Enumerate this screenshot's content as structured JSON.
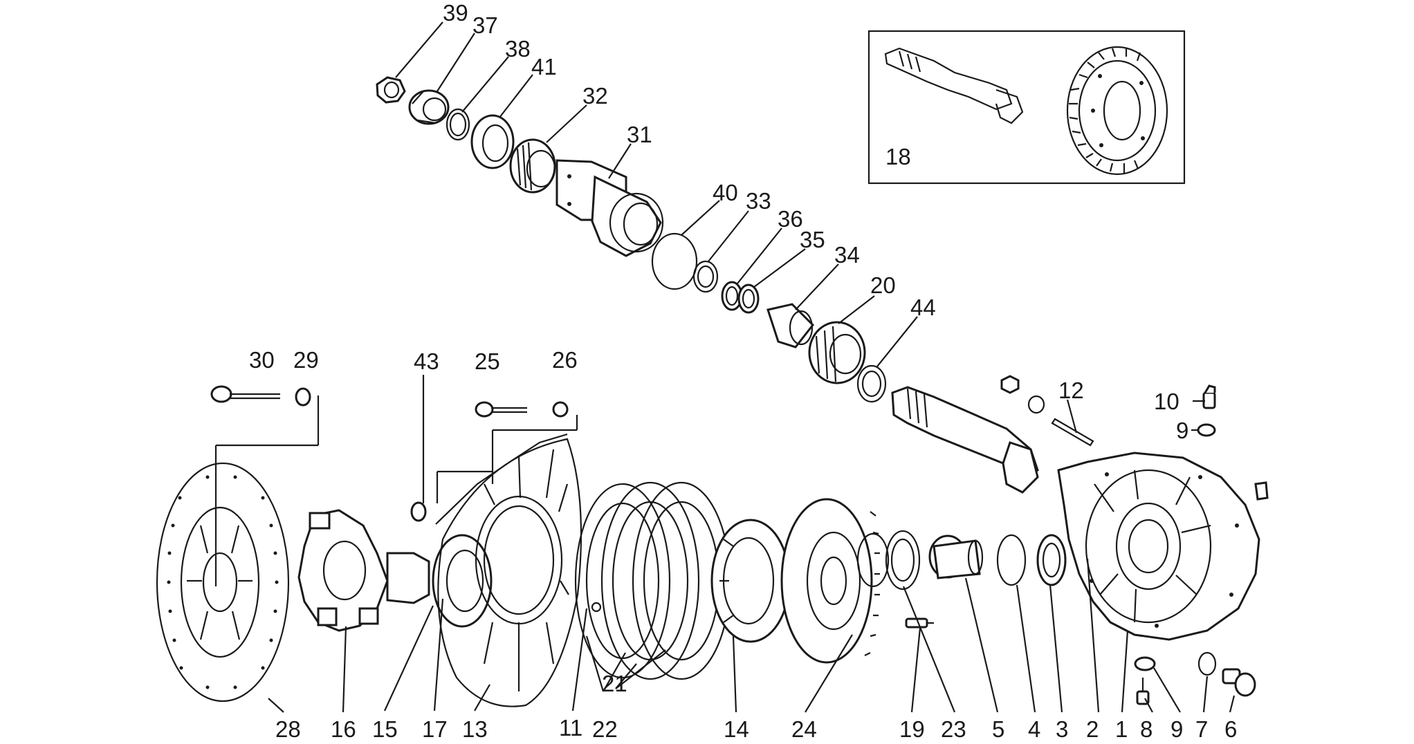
{
  "diagram": {
    "inset_label": "18",
    "callouts": {
      "c39": "39",
      "c37": "37",
      "c38": "38",
      "c41": "41",
      "c32": "32",
      "c31": "31",
      "c40": "40",
      "c33": "33",
      "c36": "36",
      "c35": "35",
      "c34": "34",
      "c20": "20",
      "c44": "44",
      "c12": "12",
      "c10": "10",
      "c9a": "9",
      "c30": "30",
      "c29": "29",
      "c43": "43",
      "c25": "25",
      "c26": "26",
      "c28": "28",
      "c16": "16",
      "c15": "15",
      "c17": "17",
      "c13": "13",
      "c11": "11",
      "c22": "22",
      "c21": "21",
      "c14": "14",
      "c24": "24",
      "c19": "19",
      "c23": "23",
      "c5": "5",
      "c4": "4",
      "c3": "3",
      "c2": "2",
      "c1": "1",
      "c8": "8",
      "c9b": "9",
      "c7": "7",
      "c6": "6"
    }
  }
}
